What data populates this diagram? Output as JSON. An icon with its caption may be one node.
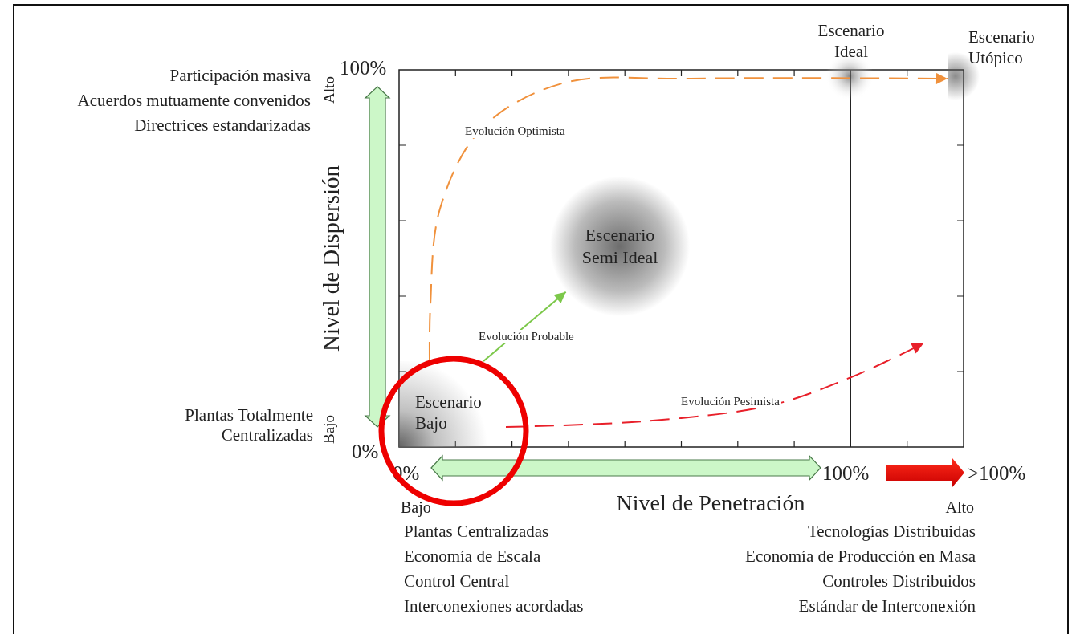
{
  "diagram": {
    "nodes": [
      {
        "text": [
          "Escenario Bajo"
        ]
      },
      {
        "text": [
          "Escenario Semi Ideal"
        ]
      },
      {
        "text": [
          "Escenario Ideal"
        ]
      },
      {
        "text": [
          "Escenario Utópico"
        ]
      }
    ],
    "edges": [
      {
        "from": 0,
        "to": 3,
        "arrow": "to",
        "label": "Evolución Optimista",
        "style": "dashed",
        "color": "#f0913c"
      },
      {
        "from": 0,
        "to": 1,
        "arrow": "to",
        "label": "Evolución Probable",
        "color": "#7cc84a"
      },
      {
        "from": 0,
        "to": null,
        "arrow": "to",
        "label": "Evolución Pesimista",
        "style": "dashed",
        "color": "#e8202a"
      }
    ],
    "labels": [
      "Participación masiva",
      "Alto",
      "100%",
      "Acuerdos mutuamente convenidos",
      "Directrices estandarizadas",
      "Nivel de Dispersión",
      "Plantas Totalmente Centralizadas",
      "Bajo",
      "0%",
      "0%",
      "100%",
      ">100%",
      "Bajo",
      "Nivel de Penetración",
      "Alto",
      "Plantas Centralizadas",
      "Tecnologías Distribuidas",
      "Economía de Escala",
      "Economía de Producción en Masa",
      "Control Central",
      "Controles Distribuidos",
      "Interconexiones acordadas",
      "Estándar de Interconexión"
    ]
  }
}
